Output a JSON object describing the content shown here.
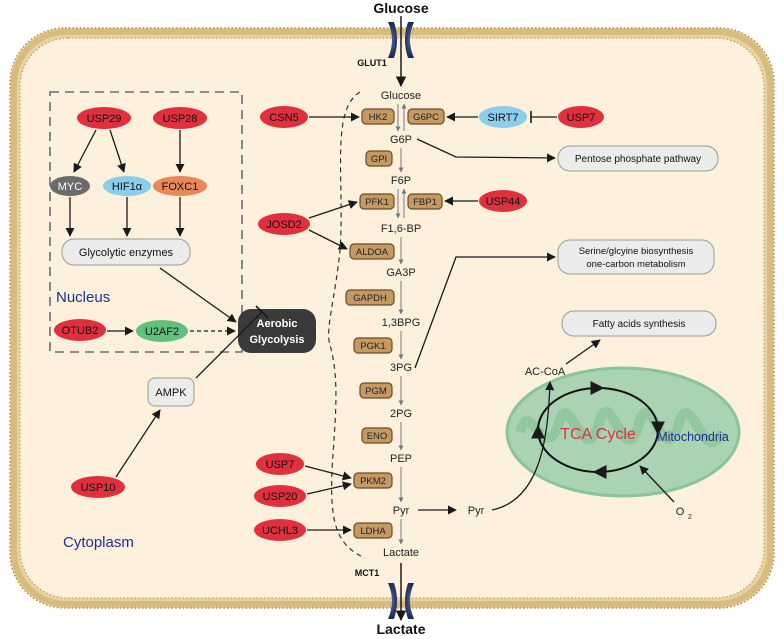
{
  "colors": {
    "cytoplasm": "#fdf1dd",
    "membrane": "#c9a86a",
    "usp_red": "#e0303e",
    "sirt_blue": "#8ccdea",
    "myc_gray": "#6b6b6b",
    "foxc1_orange": "#e8875b",
    "u2af2_green": "#62c07e",
    "enzyme_brown": "#c49a62",
    "mito_green": "#8cc49a",
    "aerobic_dark": "#3a3a3a",
    "transporter": "#1e2f55"
  },
  "top": {
    "glucose_label": "Glucose",
    "glut1_label": "GLUT1"
  },
  "bottom": {
    "lactate_label": "Lactate",
    "mct1_label": "MCT1"
  },
  "regions": {
    "nucleus": "Nucleus",
    "cytoplasm": "Cytoplasm",
    "mitochondria": "Mitochondria",
    "tca": "TCA Cycle"
  },
  "nucleus": {
    "usp29": "USP29",
    "usp28": "USP28",
    "myc": "MYC",
    "hif1a": "HIF1α",
    "foxc1": "FOXC1",
    "glycolytic_enzymes": "Glycolytic enzymes"
  },
  "left": {
    "otub2": "OTUB2",
    "u2af2": "U2AF2",
    "aerobic_line1": "Aerobic",
    "aerobic_line2": "Glycolysis",
    "ampk": "AMPK",
    "usp10": "USP10"
  },
  "regulators": {
    "csn5": "CSN5",
    "josd2": "JOSD2",
    "sirt7": "SIRT7",
    "usp7_top": "USP7",
    "usp44": "USP44",
    "usp7_bottom": "USP7",
    "usp20": "USP20",
    "uchl3": "UCHL3"
  },
  "pathway": {
    "metabolites": [
      "Glucose",
      "G6P",
      "F6P",
      "F1,6-BP",
      "GA3P",
      "1,3BPG",
      "3PG",
      "2PG",
      "PEP",
      "Pyr",
      "Lactate"
    ],
    "enzymes": {
      "hk2": "HK2",
      "g6pc": "G6PC",
      "gpi": "GPI",
      "pfk1": "PFK1",
      "fbp1": "FBP1",
      "aldoa": "ALDOA",
      "gapdh": "GAPDH",
      "pgk1": "PGK1",
      "pgm": "PGM",
      "eno": "ENO",
      "pkm2": "PKM2",
      "ldha": "LDHA"
    }
  },
  "right": {
    "ppp": "Pentose phosphate pathway",
    "serine_line1": "Serine/glcyine biosynthesis",
    "serine_line2": "one-carbon metabolism",
    "fatty": "Fatty acids synthesis",
    "accoa": "AC-CoA",
    "pyr_mito": "Pyr",
    "o2": "O",
    "o2_sub": "2"
  }
}
